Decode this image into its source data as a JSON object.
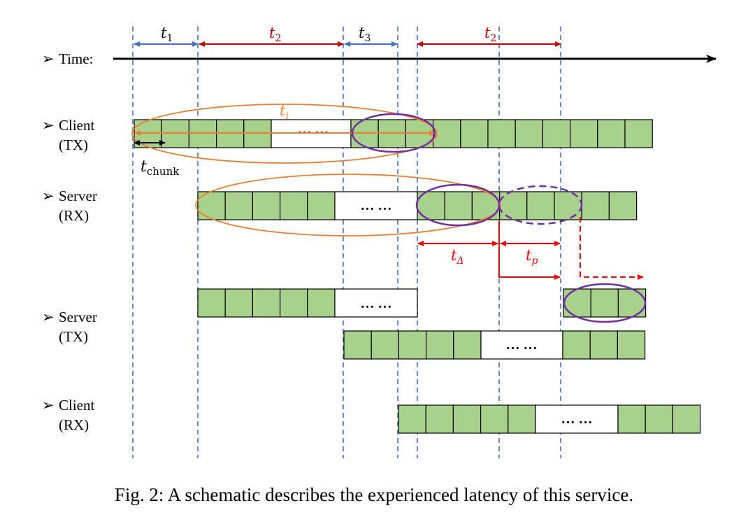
{
  "labels": {
    "time": "Time:",
    "client_tx": [
      "Client",
      "(TX)"
    ],
    "server_rx": [
      "Server",
      "(RX)"
    ],
    "server_tx": [
      "Server",
      "(TX)"
    ],
    "client_rx": [
      "Client",
      "(RX)"
    ]
  },
  "intervals": [
    {
      "main": "t",
      "sub": "1",
      "color": "#4472c4"
    },
    {
      "main": "t",
      "sub": "2",
      "color": "#c00000"
    },
    {
      "main": "t",
      "sub": "3",
      "color": "#4472c4"
    },
    {
      "main": "t",
      "sub": "2",
      "color": "#c00000"
    }
  ],
  "ti": {
    "main": "t",
    "sub": "i",
    "color": "#ed7d31"
  },
  "tchunk": {
    "main": "t",
    "sub": "chunk"
  },
  "tdelta": {
    "main": "t",
    "sub": "Δ",
    "color": "#ff0000"
  },
  "tp": {
    "main": "t",
    "sub": "p",
    "color": "#ff0000"
  },
  "dots": {
    "client_tx": "··· ···",
    "other": "… …"
  },
  "colors": {
    "chunk_fill": "#a9d18e",
    "guide": "#4472c4",
    "highlight": "#7030a0",
    "window": "#ed7d31",
    "latency": "#ff0000"
  },
  "caption": "Fig. 2: A schematic describes the experienced latency of this service."
}
